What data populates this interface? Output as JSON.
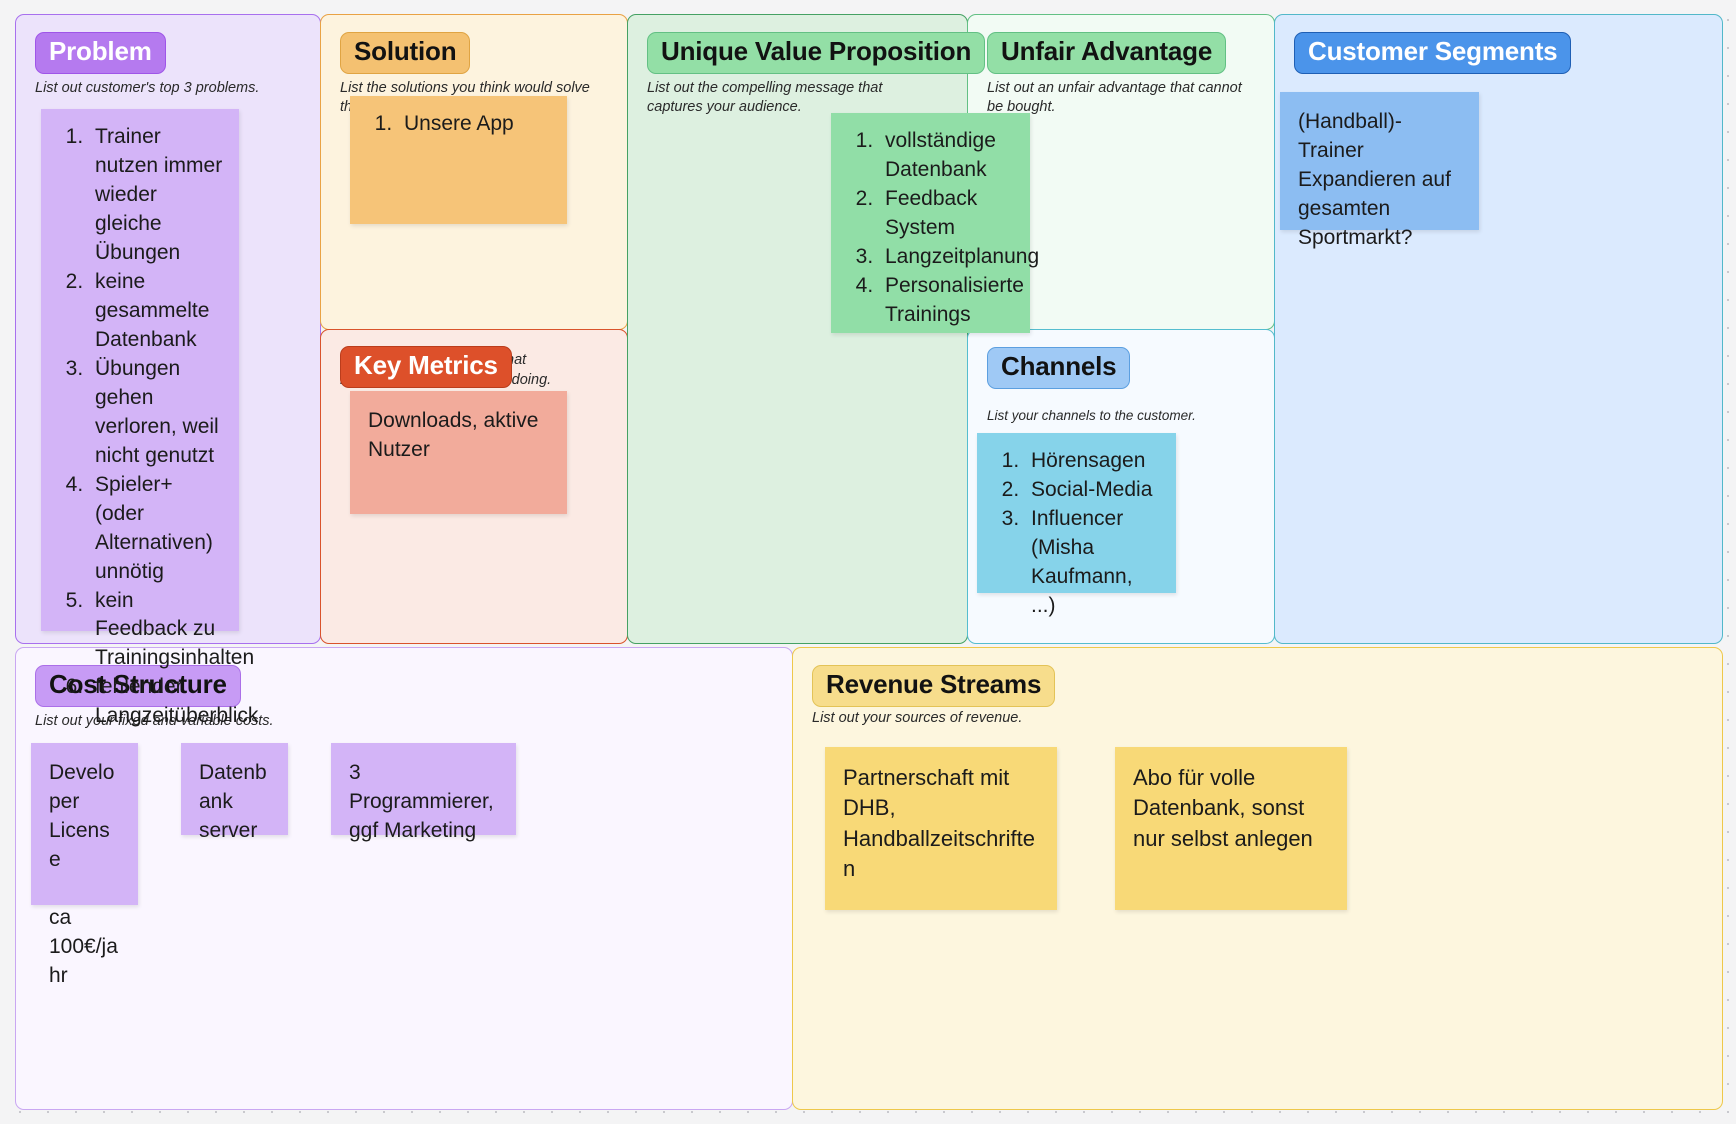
{
  "canvas": {
    "type": "lean-canvas",
    "background": "#f4f4f5",
    "grid": "dotted"
  },
  "sections": {
    "problem": {
      "title": "Problem",
      "subtitle": "List out customer's top 3 problems.",
      "badge_color": "#b57aef",
      "panel_color": "#ece3fb",
      "note_color": "#d3b4f7",
      "items": [
        "Trainer nutzen immer wieder gleiche Übungen",
        "keine gesammelte Datenbank",
        "Übungen gehen verloren, weil nicht genutzt",
        "Spieler+ (oder Alternativen) unnötig",
        "kein Feedback zu Trainingsinhalten",
        "fehlender Langzeitüberblick"
      ]
    },
    "solution": {
      "title": "Solution",
      "subtitle": "List the solutions you think would solve the probems.",
      "badge_color": "#f4c171",
      "panel_color": "#fdf3de",
      "note_color": "#f6c478",
      "items": [
        "Unsere App"
      ]
    },
    "key_metrics": {
      "title": "Key Metrics",
      "subtitle": "List out the key numbers that represent how business is doing.",
      "badge_color": "#dd502a",
      "panel_color": "#fbeae4",
      "note_color": "#f2ab9b",
      "note_text": "Downloads, aktive Nutzer"
    },
    "unique_value_proposition": {
      "title": "Unique Value Proposition",
      "subtitle": "List out the compelling message that captures your audience.",
      "badge_color": "#93dfa6",
      "panel_color": "#ddf0e0",
      "note_color": "#91dea7",
      "items": [
        "vollständige Datenbank",
        "Feedback System",
        "Langzeitplanung",
        "Personalisierte Trainings"
      ]
    },
    "unfair_advantage": {
      "title": "Unfair Advantage",
      "subtitle": "List out an unfair advantage that cannot be bought.",
      "badge_color": "#93dfa6",
      "panel_color": "#f2fbf4",
      "items": []
    },
    "channels": {
      "title": "Channels",
      "subtitle": "List your channels to the customer.",
      "badge_color": "#9fc9f5",
      "panel_color": "#f6faff",
      "note_color": "#86d3ea",
      "items": [
        "Hörensagen",
        "Social-Media",
        "Influencer (Misha Kaufmann, ...)"
      ]
    },
    "customer_segments": {
      "title": "Customer Segments",
      "subtitle": "",
      "badge_color": "#4b94ea",
      "panel_color": "#dbeafe",
      "note_color": "#8cbdf2",
      "note_text": "(Handball)-Trainer Expandieren auf gesamten Sportmarkt?"
    },
    "cost_structure": {
      "title": "Cost Structure",
      "subtitle": "List out your fixed and variable costs.",
      "badge_color": "#c79bf5",
      "panel_color": "#faf6ff",
      "note_color": "#d3b4f7",
      "notes": [
        "Developer License\n\nca 100€/jahr",
        "Datenbank server",
        "3 Programmierer, ggf Marketing"
      ]
    },
    "revenue_streams": {
      "title": "Revenue Streams",
      "subtitle": "List out your sources of revenue.",
      "badge_color": "#f7dd8c",
      "panel_color": "#fdf6de",
      "note_color": "#f8d977",
      "notes": [
        "Partnerschaft mit DHB, Handballzeitschriften",
        "Abo für volle Datenbank, sonst nur selbst anlegen"
      ]
    }
  }
}
